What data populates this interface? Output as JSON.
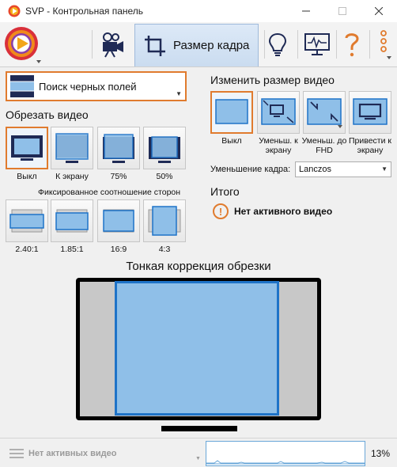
{
  "window": {
    "title": "SVP - Контрольная панель",
    "minimize_icon": "minimize-icon",
    "maximize_icon": "maximize-icon",
    "close_icon": "close-icon"
  },
  "toolbar": {
    "active_tab_label": "Размер кадра",
    "icons": [
      "svp-logo-icon",
      "camera-icon",
      "crop-icon",
      "lightbulb-icon",
      "monitor-icon",
      "help-icon",
      "more-icon"
    ]
  },
  "black_bars": {
    "selected": "Поиск черных полей"
  },
  "crop": {
    "title": "Обрезать видео",
    "options": [
      {
        "label": "Выкл",
        "active": true
      },
      {
        "label": "К экрану",
        "active": false
      },
      {
        "label": "75%",
        "active": false
      },
      {
        "label": "50%",
        "active": false
      }
    ],
    "aspect_title": "Фиксированное соотношение сторон",
    "aspects": [
      "2.40:1",
      "1.85:1",
      "16:9",
      "4:3"
    ]
  },
  "resize": {
    "title": "Изменить размер видео",
    "options": [
      {
        "label": "Выкл",
        "active": true
      },
      {
        "label": "Уменьш. к экрану",
        "active": false
      },
      {
        "label": "Уменьш. до FHD",
        "active": false
      },
      {
        "label": "Привести к экрану",
        "active": false
      }
    ],
    "downscale_label": "Уменьшение кадра:",
    "downscale_value": "Lanczos"
  },
  "summary": {
    "title": "Итого",
    "message": "Нет активного видео"
  },
  "fine_crop": {
    "title": "Тонкая коррекция обрезки"
  },
  "statusbar": {
    "text": "Нет активных видео",
    "cpu": "13%"
  },
  "colors": {
    "accent": "#e07b2e",
    "frame_blue": "#1e73c8",
    "frame_fill": "#8fbfe8"
  }
}
